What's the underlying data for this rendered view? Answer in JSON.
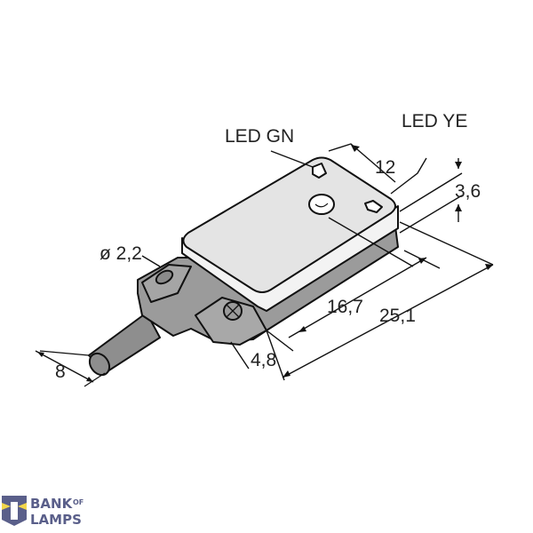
{
  "labels": {
    "led_gn": "LED GN",
    "led_ye": "LED YE",
    "dim_width": "12",
    "dim_height": "3,6",
    "dim_hole": "ø 2,2",
    "dim_hole_spacing": "16,7",
    "dim_length": "25,1",
    "dim_tab": "4,8",
    "dim_cable": "8"
  },
  "logo": {
    "line1": "BANK",
    "of": "OF",
    "line2": "LAMPS"
  },
  "colors": {
    "top_face": "#e4e4e4",
    "side_face": "#f3f3f3",
    "base": "#9b9b9b",
    "logo": "#5a5f8a",
    "logo_accent": "#f2d64b"
  }
}
